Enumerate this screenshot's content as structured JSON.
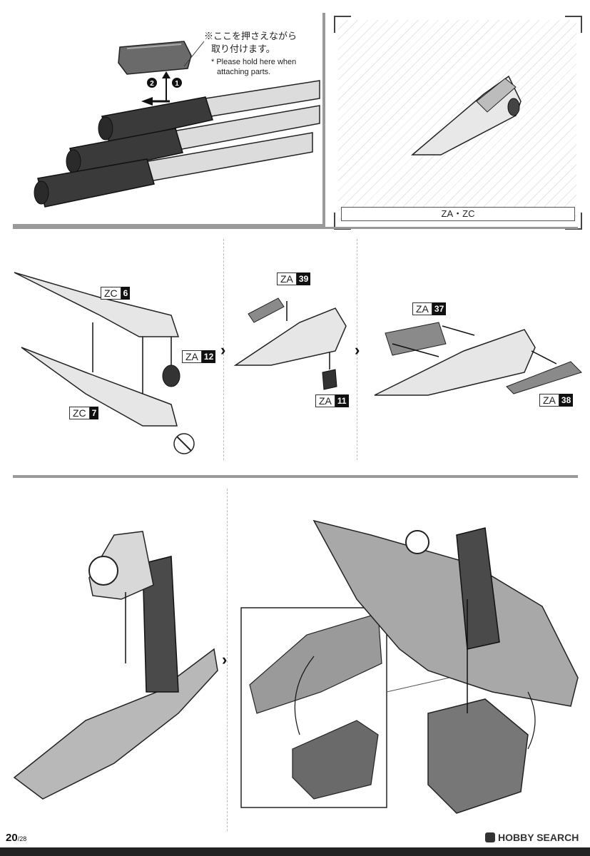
{
  "top_left": {
    "note_jp_line1": "※ここを押さえながら",
    "note_jp_line2": "取り付けます。",
    "note_en_line1": "* Please hold here when",
    "note_en_line2": "attaching parts.",
    "step1": "1",
    "step2": "2"
  },
  "top_right": {
    "label": "ZA・ZC"
  },
  "middle": {
    "tag_zc6": {
      "code": "ZC",
      "num": "6"
    },
    "tag_za12": {
      "code": "ZA",
      "num": "12"
    },
    "tag_zc7": {
      "code": "ZC",
      "num": "7"
    },
    "tag_za39": {
      "code": "ZA",
      "num": "39"
    },
    "tag_za11": {
      "code": "ZA",
      "num": "11"
    },
    "tag_za37": {
      "code": "ZA",
      "num": "37"
    },
    "tag_za38": {
      "code": "ZA",
      "num": "38"
    },
    "arrow": "›"
  },
  "footer": {
    "page": "20",
    "total": "/28",
    "brand": "HOBBY SEARCH"
  },
  "colors": {
    "dark_part": "#3a3a3a",
    "mid_part": "#8a8a8a",
    "light_part": "#dcdcdc",
    "rule": "#9a9a9a"
  }
}
